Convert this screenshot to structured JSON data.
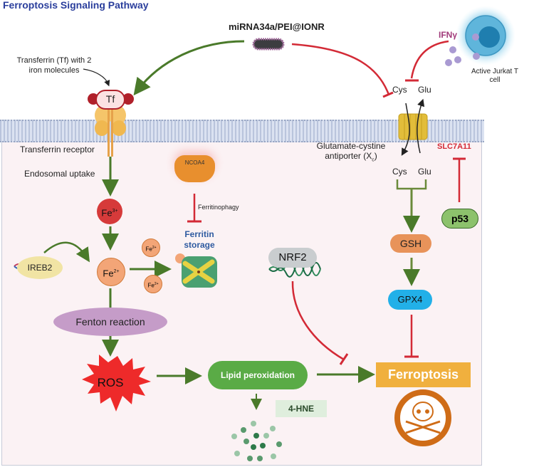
{
  "title": "Ferroptosis Signaling Pathway",
  "nanoparticle": "miRNA34a/PEI@IONR",
  "transferrin_note": "Transferrin (Tf) with 2 iron molecules",
  "tf": "Tf",
  "transferrin_receptor": "Transferrin receptor",
  "endosomal_uptake": "Endosomal uptake",
  "fe3": "Fe",
  "fe3_sup": "3+",
  "fe2": "Fe",
  "fe2_sup": "2+",
  "ireb2": "IREB2",
  "ncoa4": "NCOA4",
  "ferritinophagy": "Ferritinophagy",
  "ferritin_storage_line1": "Ferritin",
  "ferritin_storage_line2": "storage",
  "fenton": "Fenton reaction",
  "ros": "ROS",
  "lipid_peroxidation": "Lipid peroxidation",
  "hne": "4-HNE",
  "nrf2": "NRF2",
  "ferroptosis": "Ferroptosis",
  "ifng": "IFNγ",
  "tcell": "Active Jurkat T cell",
  "cys": "Cys",
  "glu": "Glu",
  "antiporter_line1": "Glutamate-cystine",
  "antiporter_line2": "antiporter (X",
  "antiporter_sub": "c",
  "slc7a11": "SLC7A11",
  "p53": "p53",
  "gsh": "GSH",
  "gpx4": "GPX4",
  "colors": {
    "activation": "#4a7a2a",
    "inhibition": "#d32a36",
    "title": "#2a3e9c",
    "ferroptosis_box": "#f0b03e",
    "gpx4": "#22b0e8",
    "gsh": "#e8935a",
    "p53": "#8cc26c",
    "lipid": "#5aab46"
  }
}
